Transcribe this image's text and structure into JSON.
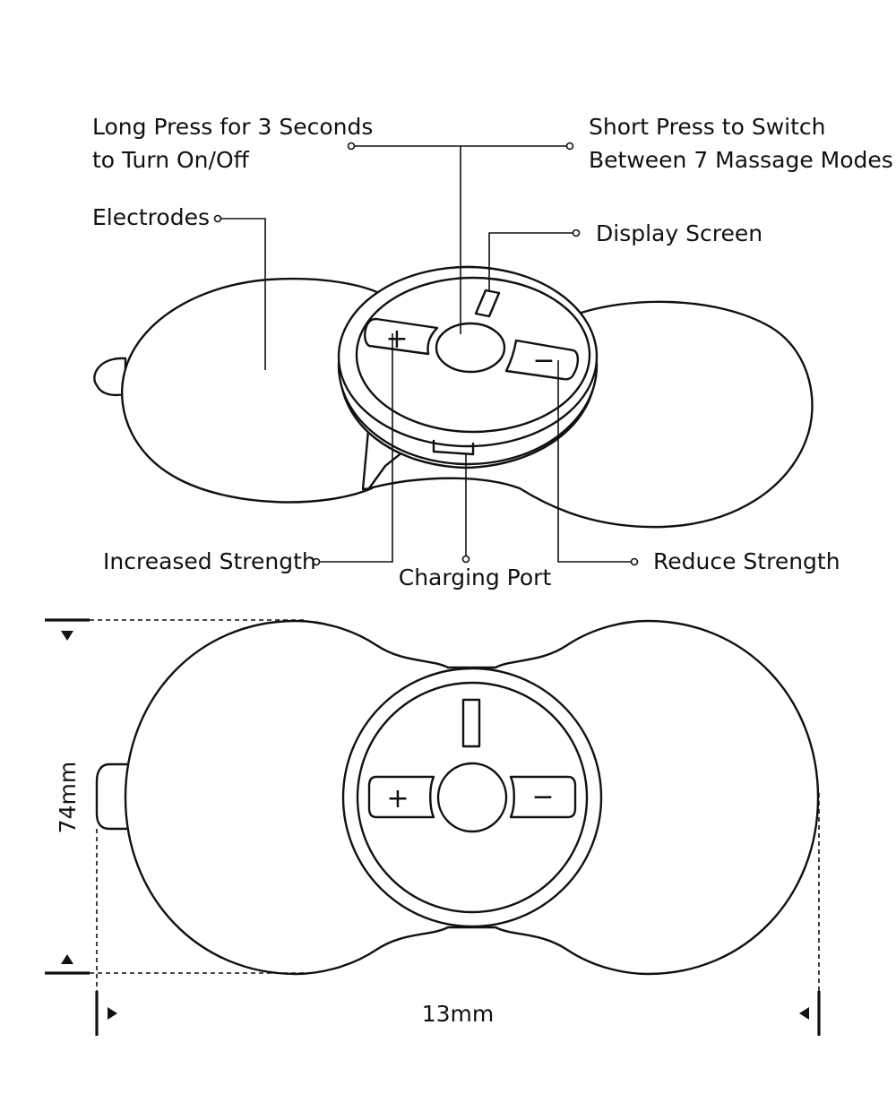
{
  "labels": {
    "power": [
      "Long Press for 3 Seconds",
      "to Turn On/Off"
    ],
    "mode": [
      "Short Press to Switch",
      "Between 7 Massage Modes"
    ],
    "electrodes": "Electrodes",
    "display": "Display Screen",
    "increase": "Increased Strength",
    "charging": "Charging Port",
    "reduce": "Reduce Strength"
  },
  "buttons": {
    "plus_symbol": "+",
    "minus_symbol": "−"
  },
  "dimensions": {
    "height": "74mm",
    "width": "13mm"
  }
}
